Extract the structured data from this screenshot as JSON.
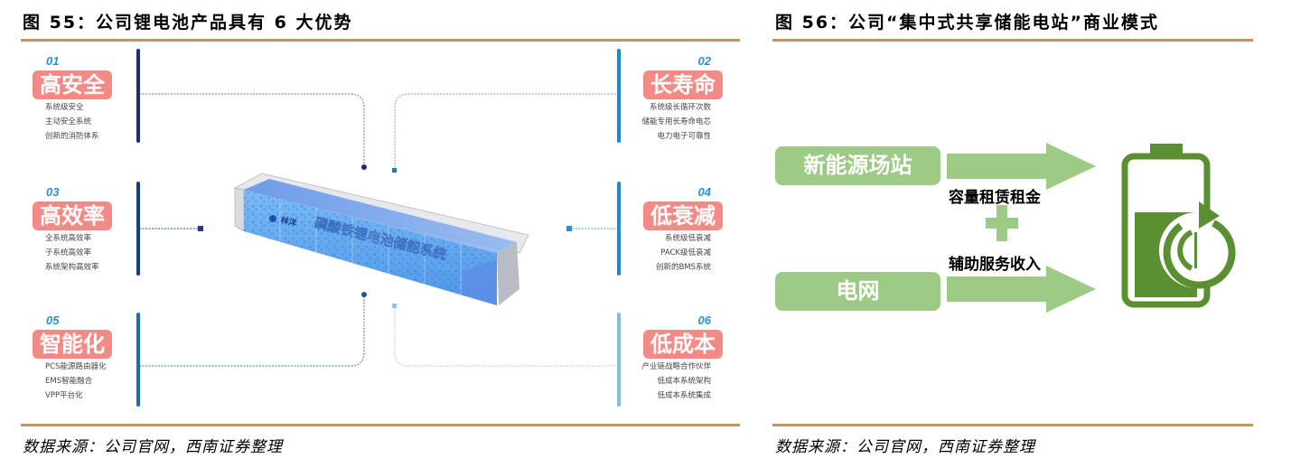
{
  "figure55": {
    "title": "图 55：公司锂电池产品具有 6 大优势",
    "center_label": "磷酸铁锂电池储能系统",
    "logo_text": "林洋",
    "advantages": [
      {
        "num": "01",
        "title": "高安全",
        "items": [
          "系统级安全",
          "主动安全系统",
          "创新的消防体系"
        ]
      },
      {
        "num": "02",
        "title": "长寿命",
        "items": [
          "系统级长循环次数",
          "储能专用长寿命电芯",
          "电力电子可靠性"
        ]
      },
      {
        "num": "03",
        "title": "高效率",
        "items": [
          "全系统高效率",
          "子系统高效率",
          "系统架构高效率"
        ]
      },
      {
        "num": "04",
        "title": "低衰减",
        "items": [
          "系统级低衰减",
          "PACK级低衰减",
          "创新的BMS系统"
        ]
      },
      {
        "num": "05",
        "title": "智能化",
        "items": [
          "PCS能源路由器化",
          "EMS智能融合",
          "VPP平台化"
        ]
      },
      {
        "num": "06",
        "title": "低成本",
        "items": [
          "产业链战略合作伙伴",
          "低成本系统架构",
          "低成本系统集成"
        ]
      }
    ],
    "source": "数据来源：公司官网，西南证券整理"
  },
  "figure56": {
    "title": "图 56：公司“集中式共享储能电站”商业模式",
    "box_top": "新能源场站",
    "box_bottom": "电网",
    "label_top": "容量租赁租金",
    "plus": "+",
    "label_bottom": "辅助服务收入",
    "icon": "battery-recycle-icon",
    "source": "数据来源：公司官网，西南证券整理"
  },
  "colors": {
    "rule": "#c8944f",
    "pill": "#f28b86",
    "green_light": "#9dcb85",
    "green_dark": "#5a8f32",
    "num_blue": "#2b8fd0",
    "bar_dark": "#1d2f7a",
    "bar_mid": "#1a6db5",
    "bar_blue": "#1e88d6",
    "bar_light": "#7cc0ea"
  }
}
